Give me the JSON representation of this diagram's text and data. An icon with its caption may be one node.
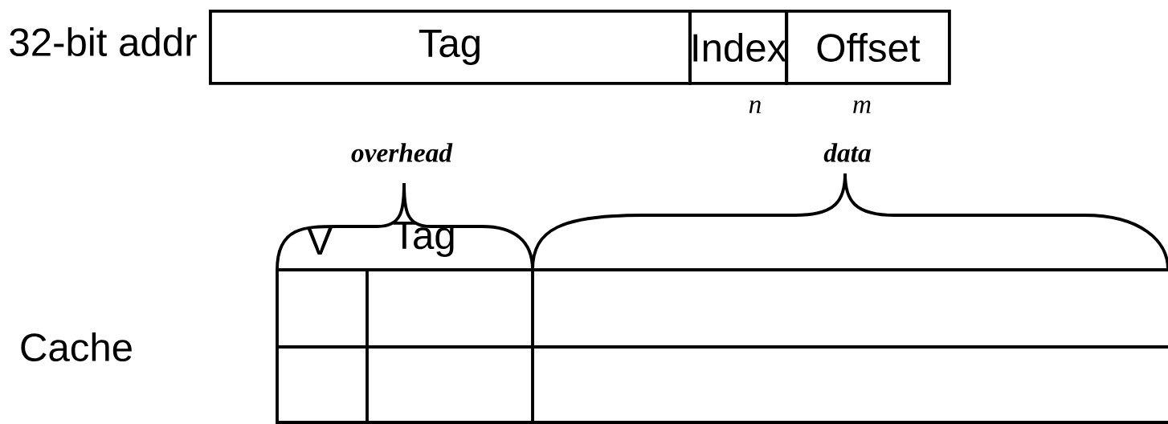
{
  "diagram": {
    "nodes": [
      {
        "text": [
          "Tag"
        ]
      },
      {
        "text": [
          "Index"
        ]
      },
      {
        "text": [
          "Offset"
        ]
      }
    ],
    "labels": [
      "32-bit addr",
      "n",
      "m",
      "overhead",
      "data",
      "V",
      "Tag",
      "Cache"
    ]
  }
}
